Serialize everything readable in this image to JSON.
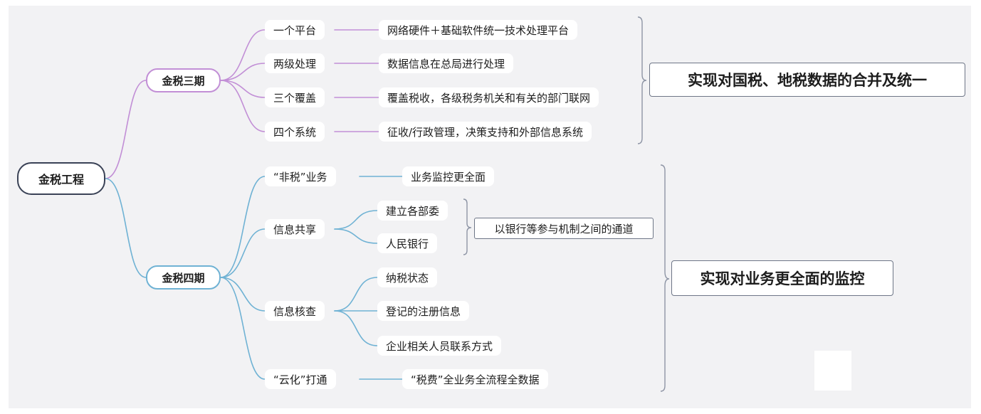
{
  "root": "金税工程",
  "phase3": {
    "label": "金税三期",
    "items": [
      {
        "label": "一个平台",
        "detail": "网络硬件＋基础软件统一技术处理平台"
      },
      {
        "label": "两级处理",
        "detail": "数据信息在总局进行处理"
      },
      {
        "label": "三个覆盖",
        "detail": "覆盖税收，各级税务机关和有关的部门联网"
      },
      {
        "label": "四个系统",
        "detail": "征收/行政管理，决策支持和外部信息系统"
      }
    ],
    "summary": "实现对国税、地税数据的合并及统一"
  },
  "phase4": {
    "label": "金税四期",
    "items": [
      {
        "label": "“非税”业务",
        "details": [
          "业务监控更全面"
        ]
      },
      {
        "label": "信息共享",
        "details": [
          "建立各部委",
          "人民银行"
        ],
        "summary": "以银行等参与机制之间的通道"
      },
      {
        "label": "信息核查",
        "details": [
          "纳税状态",
          "登记的注册信息",
          "企业相关人员联系方式"
        ]
      },
      {
        "label": "“云化”打通",
        "details": [
          "“税费”全业务全流程全数据"
        ]
      }
    ],
    "summary": "实现对业务更全面的监控"
  },
  "colors": {
    "phase3_branch": "#c28fd6",
    "phase4_branch": "#6fb2d4",
    "root_border": "#3a4256",
    "bracket": "#8e95a5"
  }
}
